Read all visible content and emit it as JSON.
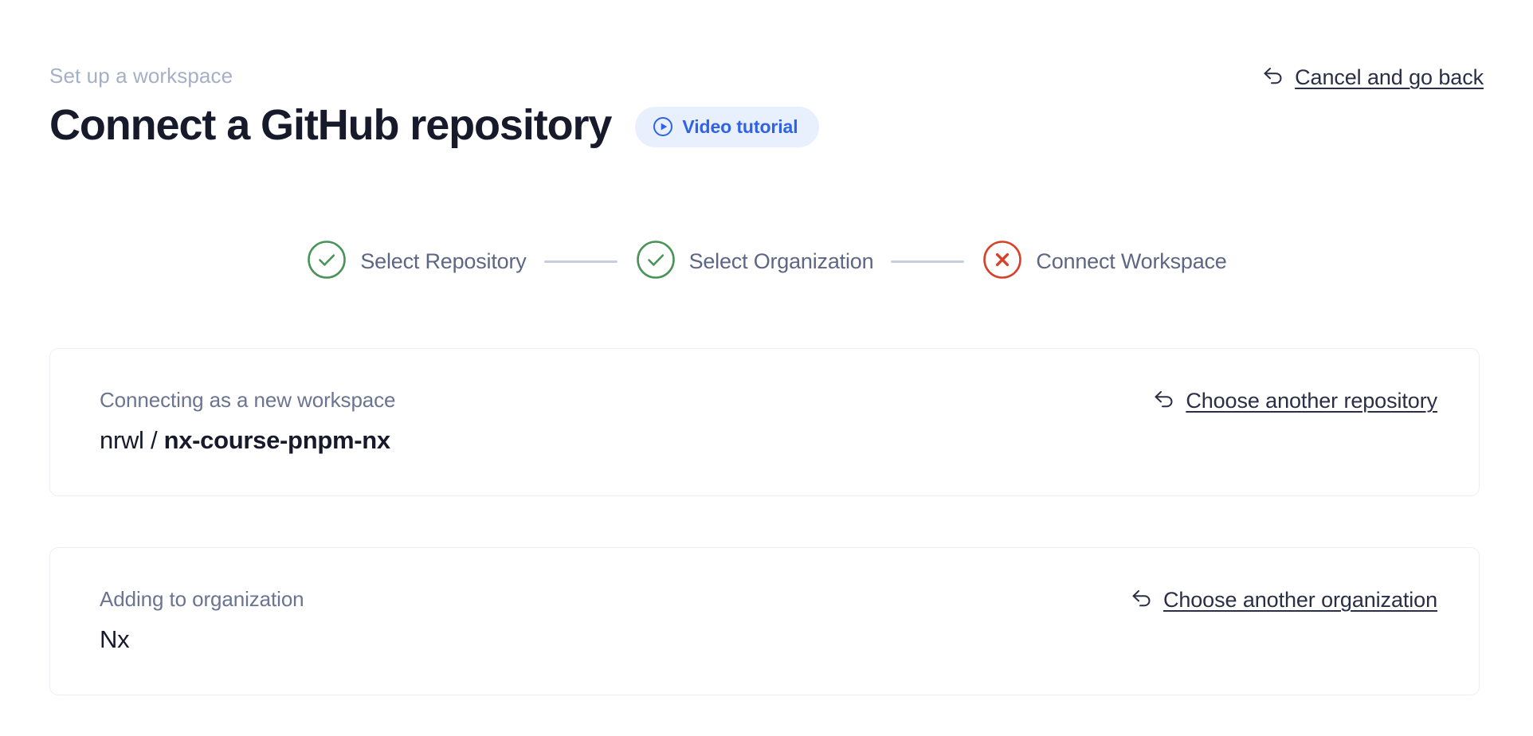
{
  "header": {
    "breadcrumb": "Set up a workspace",
    "title": "Connect a GitHub repository",
    "video_badge": {
      "label": "Video tutorial",
      "icon": "play-circle-icon",
      "color": "#2f62e8",
      "background": "#e8effd"
    },
    "cancel_link": {
      "label": "Cancel and go back",
      "icon": "back-arrow-icon"
    }
  },
  "stepper": {
    "steps": [
      {
        "label": "Select Repository",
        "state": "complete",
        "icon": "check-circle-icon",
        "color": "#4a9458"
      },
      {
        "label": "Select Organization",
        "state": "complete",
        "icon": "check-circle-icon",
        "color": "#4a9458"
      },
      {
        "label": "Connect Workspace",
        "state": "error",
        "icon": "x-circle-icon",
        "color": "#d9402a"
      }
    ],
    "connector_color": "#c6cddd",
    "label_color": "#5d6683"
  },
  "cards": {
    "repository": {
      "caption": "Connecting as a new workspace",
      "owner": "nrwl / ",
      "repo": "nx-course-pnpm-nx",
      "link": {
        "label": "Choose another repository",
        "icon": "back-arrow-icon"
      }
    },
    "organization": {
      "caption": "Adding to organization",
      "value": "Nx",
      "link": {
        "label": "Choose another organization",
        "icon": "back-arrow-icon"
      }
    }
  }
}
